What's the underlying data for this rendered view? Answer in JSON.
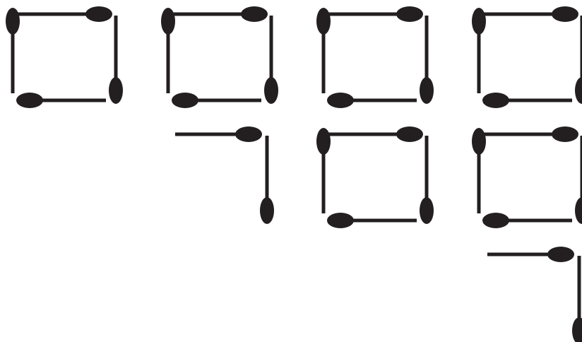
{
  "diagram": {
    "type": "matchstick-squares-puzzle",
    "match_color": "#231f20",
    "background_color": "#ffffff",
    "rows": [
      {
        "row": 1,
        "squares": 4
      },
      {
        "row": 2,
        "squares": 2,
        "partial_corner": 1
      },
      {
        "row": 3,
        "partial_corner": 1
      }
    ],
    "total_matches": 28
  }
}
